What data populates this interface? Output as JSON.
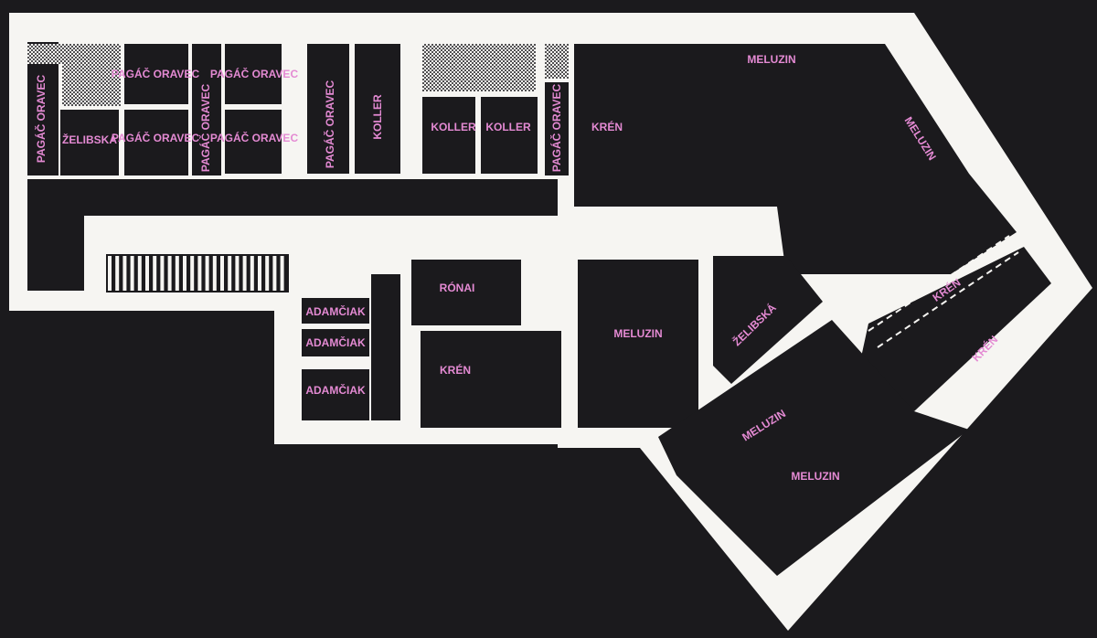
{
  "colors": {
    "background": "#1b1a1d",
    "wall": "#f6f5f2",
    "label": "#e48ad3"
  },
  "rooms": [
    {
      "name": "pagac-oravec-west",
      "label": "PAGÁČ ORAVEC"
    },
    {
      "name": "zelibska-west",
      "label": "ŽELIBSKÁ"
    },
    {
      "name": "pagac-oravec-top-1",
      "label": "PAGÁČ ORAVEC"
    },
    {
      "name": "pagac-oravec-bottom-1",
      "label": "PAGÁČ ORAVEC"
    },
    {
      "name": "pagac-oravec-vert-2",
      "label": "PAGÁČ ORAVEC"
    },
    {
      "name": "pagac-oravec-top-3",
      "label": "PAGÁČ ORAVEC"
    },
    {
      "name": "pagac-oravec-bottom-3",
      "label": "PAGÁČ ORAVEC"
    },
    {
      "name": "pagac-oravec-vert-4",
      "label": "PAGÁČ ORAVEC"
    },
    {
      "name": "koller-vert",
      "label": "KOLLER"
    },
    {
      "name": "koller-1",
      "label": "KOLLER"
    },
    {
      "name": "koller-2",
      "label": "KOLLER"
    },
    {
      "name": "pagac-oravec-vert-5",
      "label": "PAGÁČ ORAVEC"
    },
    {
      "name": "kren-north",
      "label": "KRÉN"
    },
    {
      "name": "meluzin-north",
      "label": "MELUZIN"
    },
    {
      "name": "meluzin-northeast",
      "label": "MELUZIN"
    },
    {
      "name": "ronai",
      "label": "RÓNAI"
    },
    {
      "name": "adamciak-1",
      "label": "ADAMČIAK"
    },
    {
      "name": "adamciak-2",
      "label": "ADAMČIAK"
    },
    {
      "name": "adamciak-3",
      "label": "ADAMČIAK"
    },
    {
      "name": "kren-center",
      "label": "KRÉN"
    },
    {
      "name": "meluzin-center",
      "label": "MELUZIN"
    },
    {
      "name": "zelibska-diagonal",
      "label": "ŽELIBSKÁ"
    },
    {
      "name": "kren-corridor",
      "label": "KRÉN"
    },
    {
      "name": "kren-east",
      "label": "KRÉN"
    },
    {
      "name": "meluzin-south-1",
      "label": "MELUZIN"
    },
    {
      "name": "meluzin-south-2",
      "label": "MELUZIN"
    }
  ]
}
